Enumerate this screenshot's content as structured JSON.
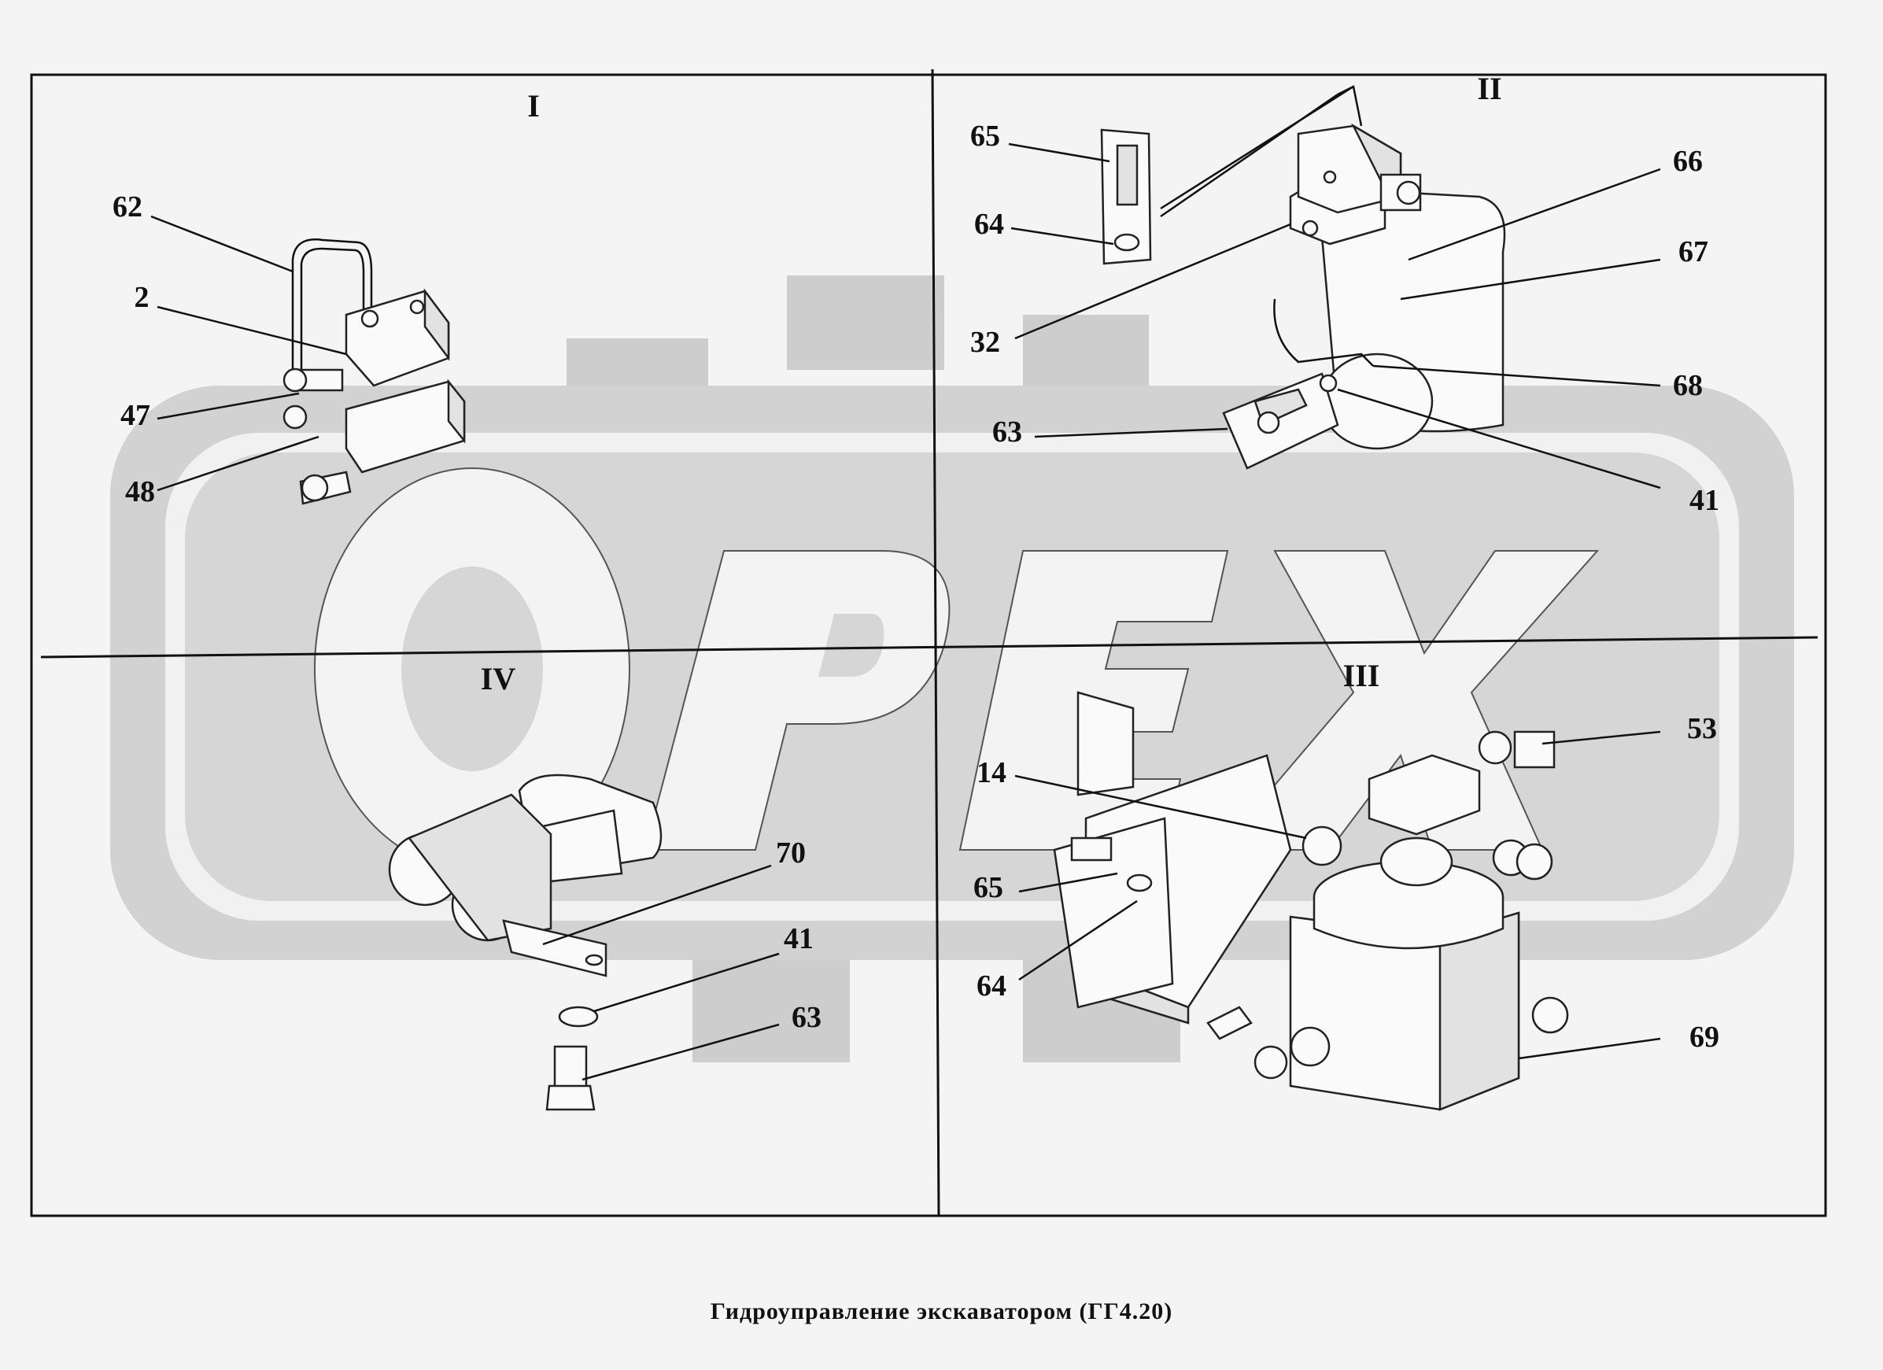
{
  "watermark": {
    "text": "OPEX",
    "color": "#c9c9c9"
  },
  "quadrants": [
    {
      "id": "I",
      "label": "I"
    },
    {
      "id": "II",
      "label": "II"
    },
    {
      "id": "III",
      "label": "III"
    },
    {
      "id": "IV",
      "label": "IV"
    }
  ],
  "callouts": {
    "q1": [
      "62",
      "2",
      "47",
      "48"
    ],
    "q2": [
      "65",
      "64",
      "32",
      "63",
      "66",
      "67",
      "68",
      "41"
    ],
    "q3": [
      "53",
      "14",
      "65",
      "64",
      "69"
    ],
    "q4": [
      "70",
      "41",
      "63"
    ]
  },
  "caption": "Гидроуправление  экскаватором  (ГГ4.20)"
}
